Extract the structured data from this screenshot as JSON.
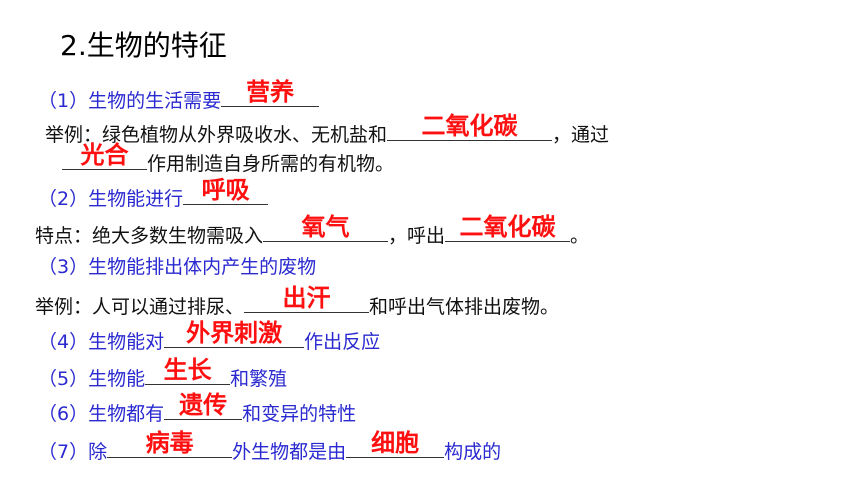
{
  "title": "2.生物的特征",
  "colors": {
    "question": "#2a2ad0",
    "example": "#111111",
    "answer": "#ff1010"
  },
  "item1": {
    "text": "（1）生物的生活需要",
    "answer": "营养"
  },
  "ex1": {
    "prefix": "举例：绿色植物从外界吸收水、无机盐和",
    "answer1": "二氧化碳",
    "mid": "，通过",
    "answer2": "光合",
    "suffix": "作用制造自身所需的有机物。"
  },
  "item2": {
    "text": "（2）生物能进行",
    "answer": "呼吸"
  },
  "ex2": {
    "prefix": "特点：绝大多数生物需吸入",
    "answer1": "氧气",
    "mid": "，呼出",
    "answer2": "二氧化碳",
    "suffix": "。"
  },
  "item3": {
    "text": "（3）生物能排出体内产生的废物"
  },
  "ex3": {
    "prefix": "举例：人可以通过排尿、",
    "answer": "出汗",
    "suffix": "和呼出气体排出废物。"
  },
  "item4": {
    "prefix": "（4）生物能对",
    "answer": "外界刺激",
    "suffix": "作出反应"
  },
  "item5": {
    "prefix": "（5）生物能",
    "answer": "生长",
    "suffix": "和繁殖"
  },
  "item6": {
    "prefix": "（6）生物都有",
    "answer": "遗传",
    "suffix": "和变异的特性"
  },
  "item7": {
    "prefix": "（7）除",
    "answer1": "病毒",
    "mid": "外生物都是由",
    "answer2": "细胞",
    "suffix": "构成的"
  }
}
